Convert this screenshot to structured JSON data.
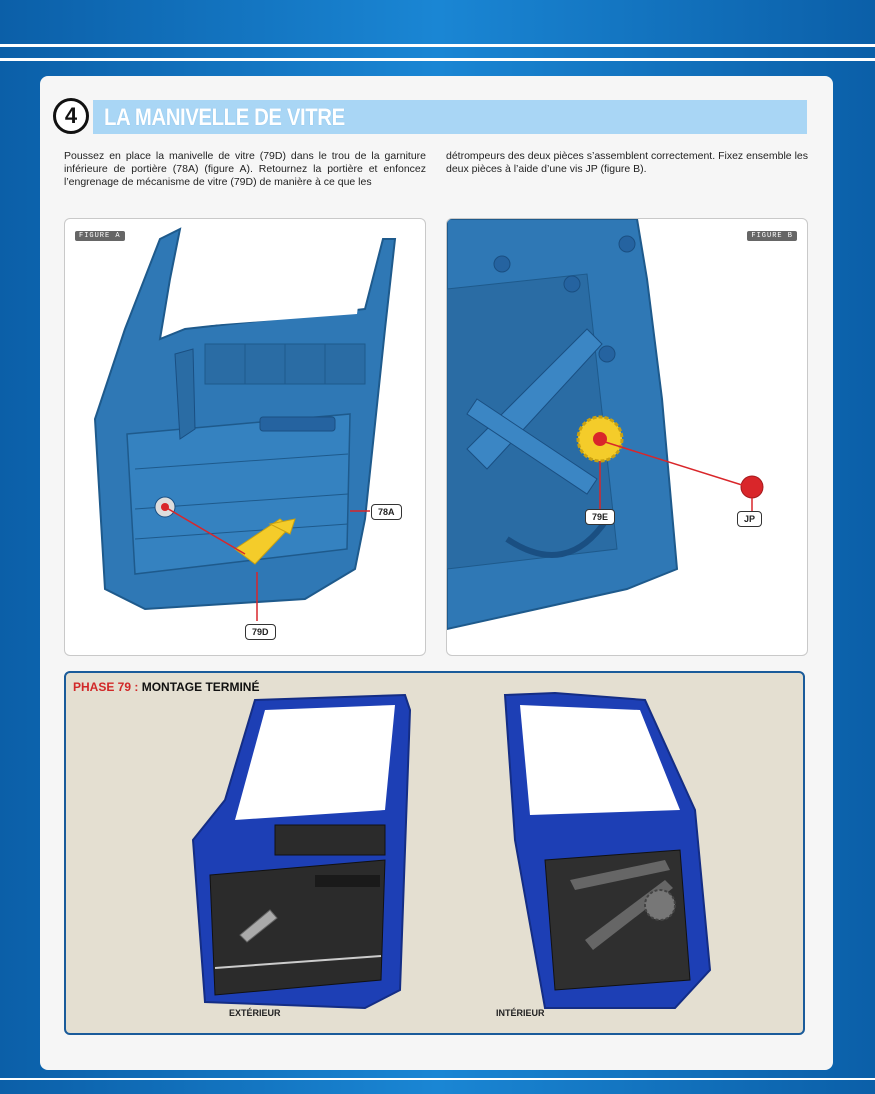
{
  "step": {
    "number": "4",
    "title": "LA MANIVELLE DE VITRE"
  },
  "text": {
    "col1": "Poussez en place la manivelle de vitre (79D) dans le trou de la garniture inférieure de portière (78A) (figure A). Retournez la portière et enfoncez l’engrenage de mécanisme de vitre (79D) de manière à ce que les",
    "col2": "détrompeurs des deux pièces s’assemblent correctement. Fixez ensemble les deux pièces à l’aide d’une vis JP (figure B)."
  },
  "figure_a": {
    "tag": "FIGURE A",
    "callouts": [
      "78A",
      "79D"
    ]
  },
  "figure_b": {
    "tag": "FIGURE B",
    "callouts": [
      "79E",
      "JP"
    ]
  },
  "phase": {
    "label": "PHASE 79 :",
    "title": " MONTAGE TERMINÉ",
    "exterior": "EXTÉRIEUR",
    "interior": "INTÉRIEUR"
  },
  "colors": {
    "door_blue": "#2f78b5",
    "door_deep_blue": "#1d3fb5",
    "part_yellow": "#f4cc2a",
    "screw_red": "#d9262a",
    "arrow_red": "#d9262a"
  }
}
